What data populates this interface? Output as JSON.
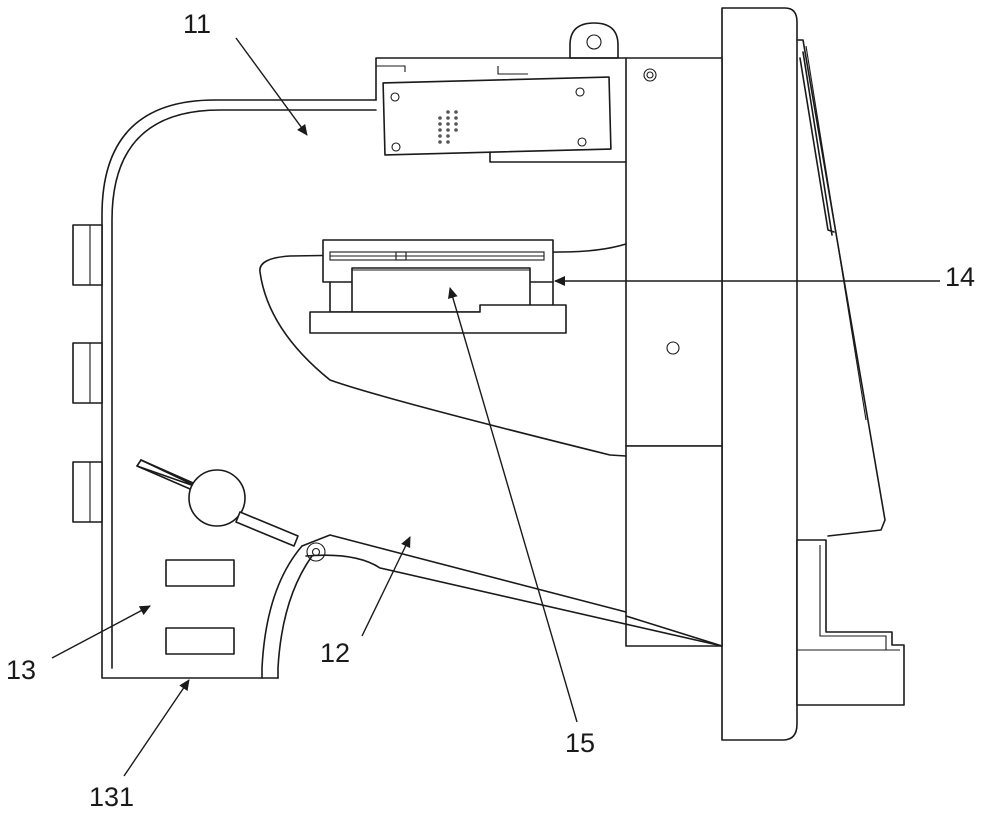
{
  "figure": {
    "callouts": [
      {
        "id": "c11",
        "text": "11"
      },
      {
        "id": "c14",
        "text": "14"
      },
      {
        "id": "c15",
        "text": "15"
      },
      {
        "id": "c12",
        "text": "12"
      },
      {
        "id": "c13",
        "text": "13"
      },
      {
        "id": "c131",
        "text": "131"
      }
    ]
  },
  "colors": {
    "line": "#1a1a1a",
    "background": "#ffffff"
  }
}
